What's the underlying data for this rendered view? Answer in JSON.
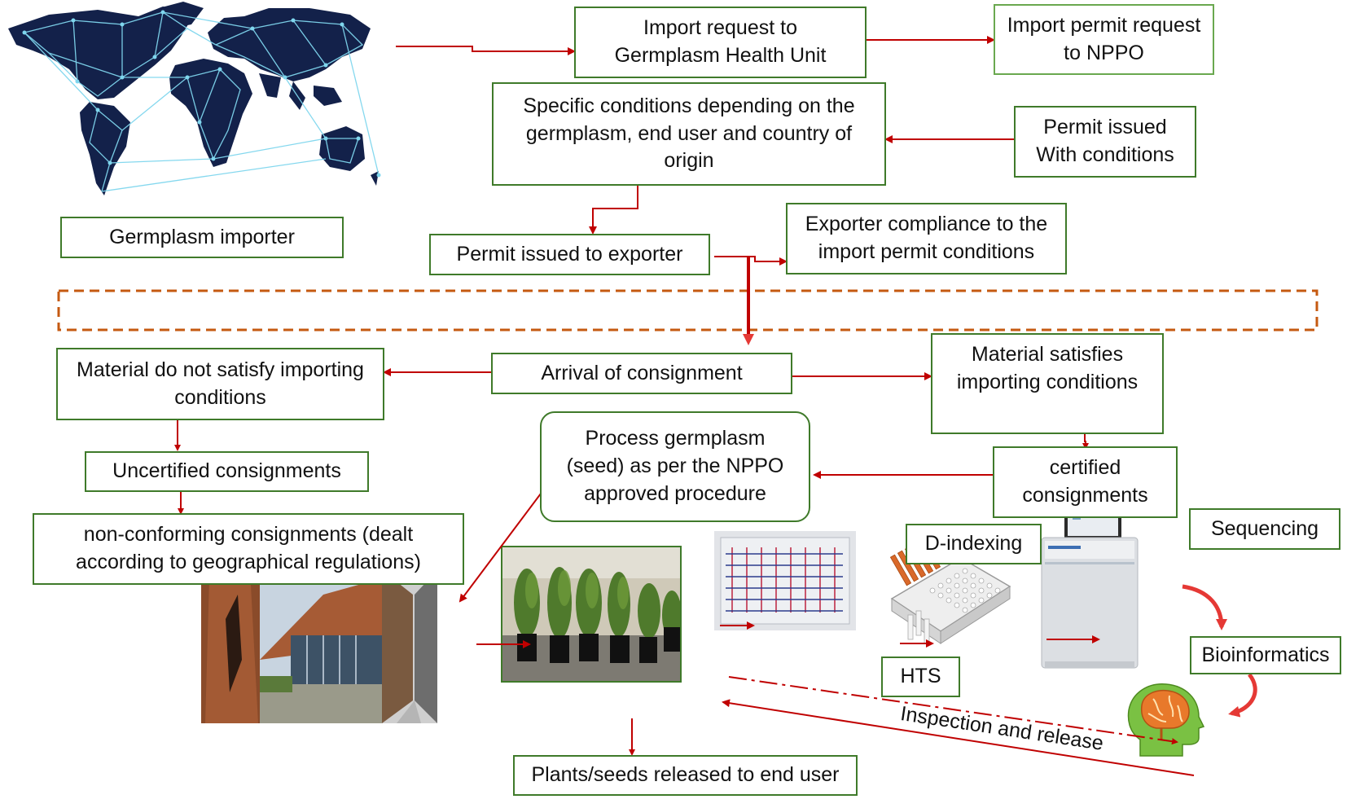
{
  "colors": {
    "arrow": "#c00000",
    "box_border": "#3f7a2a",
    "dashed_frame": "#c55a11",
    "map_land": "#13214a",
    "map_network": "#7fd6ee",
    "head": "#7ac143",
    "brain": "#e8792b"
  },
  "boxes": {
    "import_request": "Import request to\nGermplasm Health Unit",
    "import_permit_request": "Import permit request\nto NPPO",
    "specific_conditions": "Specific conditions depending on the\ngermplasm, end user and country of\norigin",
    "permit_issued_conditions": "Permit issued\nWith conditions",
    "germplasm_importer": "Germplasm importer",
    "permit_issued_exporter": "Permit issued to exporter",
    "exporter_compliance": "Exporter compliance to the\nimport permit conditions",
    "material_not_satisfy": "Material do not satisfy importing\nconditions",
    "arrival": "Arrival of consignment",
    "material_satisfies": "Material satisfies\nimporting conditions",
    "uncertified": "Uncertified consignments",
    "process_germplasm": "Process germplasm\n(seed) as per the NPPO\napproved procedure",
    "certified": "certified\nconsignments",
    "non_conforming": "non-conforming consignments (dealt\naccording to geographical regulations)",
    "d_indexing": "D-indexing",
    "sequencing": "Sequencing",
    "hts": "HTS",
    "bioinformatics": "Bioinformatics",
    "plants_released": "Plants/seeds released  to end user"
  },
  "inspection_label": "Inspection and release",
  "icons": {
    "world_map": "world-network-map-icon",
    "facility": "seed-bank-facility-photo",
    "plants": "greenhouse-plants-photo",
    "plate": "elisa-plate-photo",
    "hts_rack": "hts-tube-rack-icon",
    "sequencer": "sequencer-machine-icon",
    "brain_head": "brain-head-icon"
  }
}
